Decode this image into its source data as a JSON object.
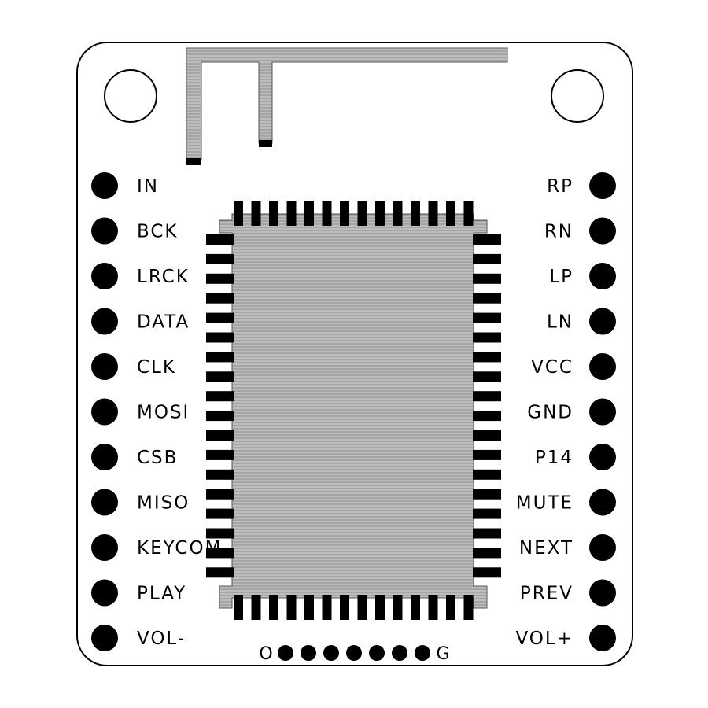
{
  "board": {
    "left_pins": [
      "IN",
      "BCK",
      "LRCK",
      "DATA",
      "CLK",
      "MOSI",
      "CSB",
      "MISO",
      "KEYCOM",
      "PLAY",
      "VOL-"
    ],
    "right_pins": [
      "RP",
      "RN",
      "LP",
      "LN",
      "VCC",
      "GND",
      "P14",
      "MUTE",
      "NEXT",
      "PREV",
      "VOL+"
    ],
    "bottom_header": {
      "left_label": "O",
      "right_label": "G",
      "pin_count": 7
    },
    "chip": {
      "top_pads": 14,
      "bottom_pads": 14,
      "side_pads": 18
    },
    "colors": {
      "outline": "#000000",
      "pad": "#000000",
      "copper": "#b0b0b0",
      "background": "#ffffff"
    }
  }
}
